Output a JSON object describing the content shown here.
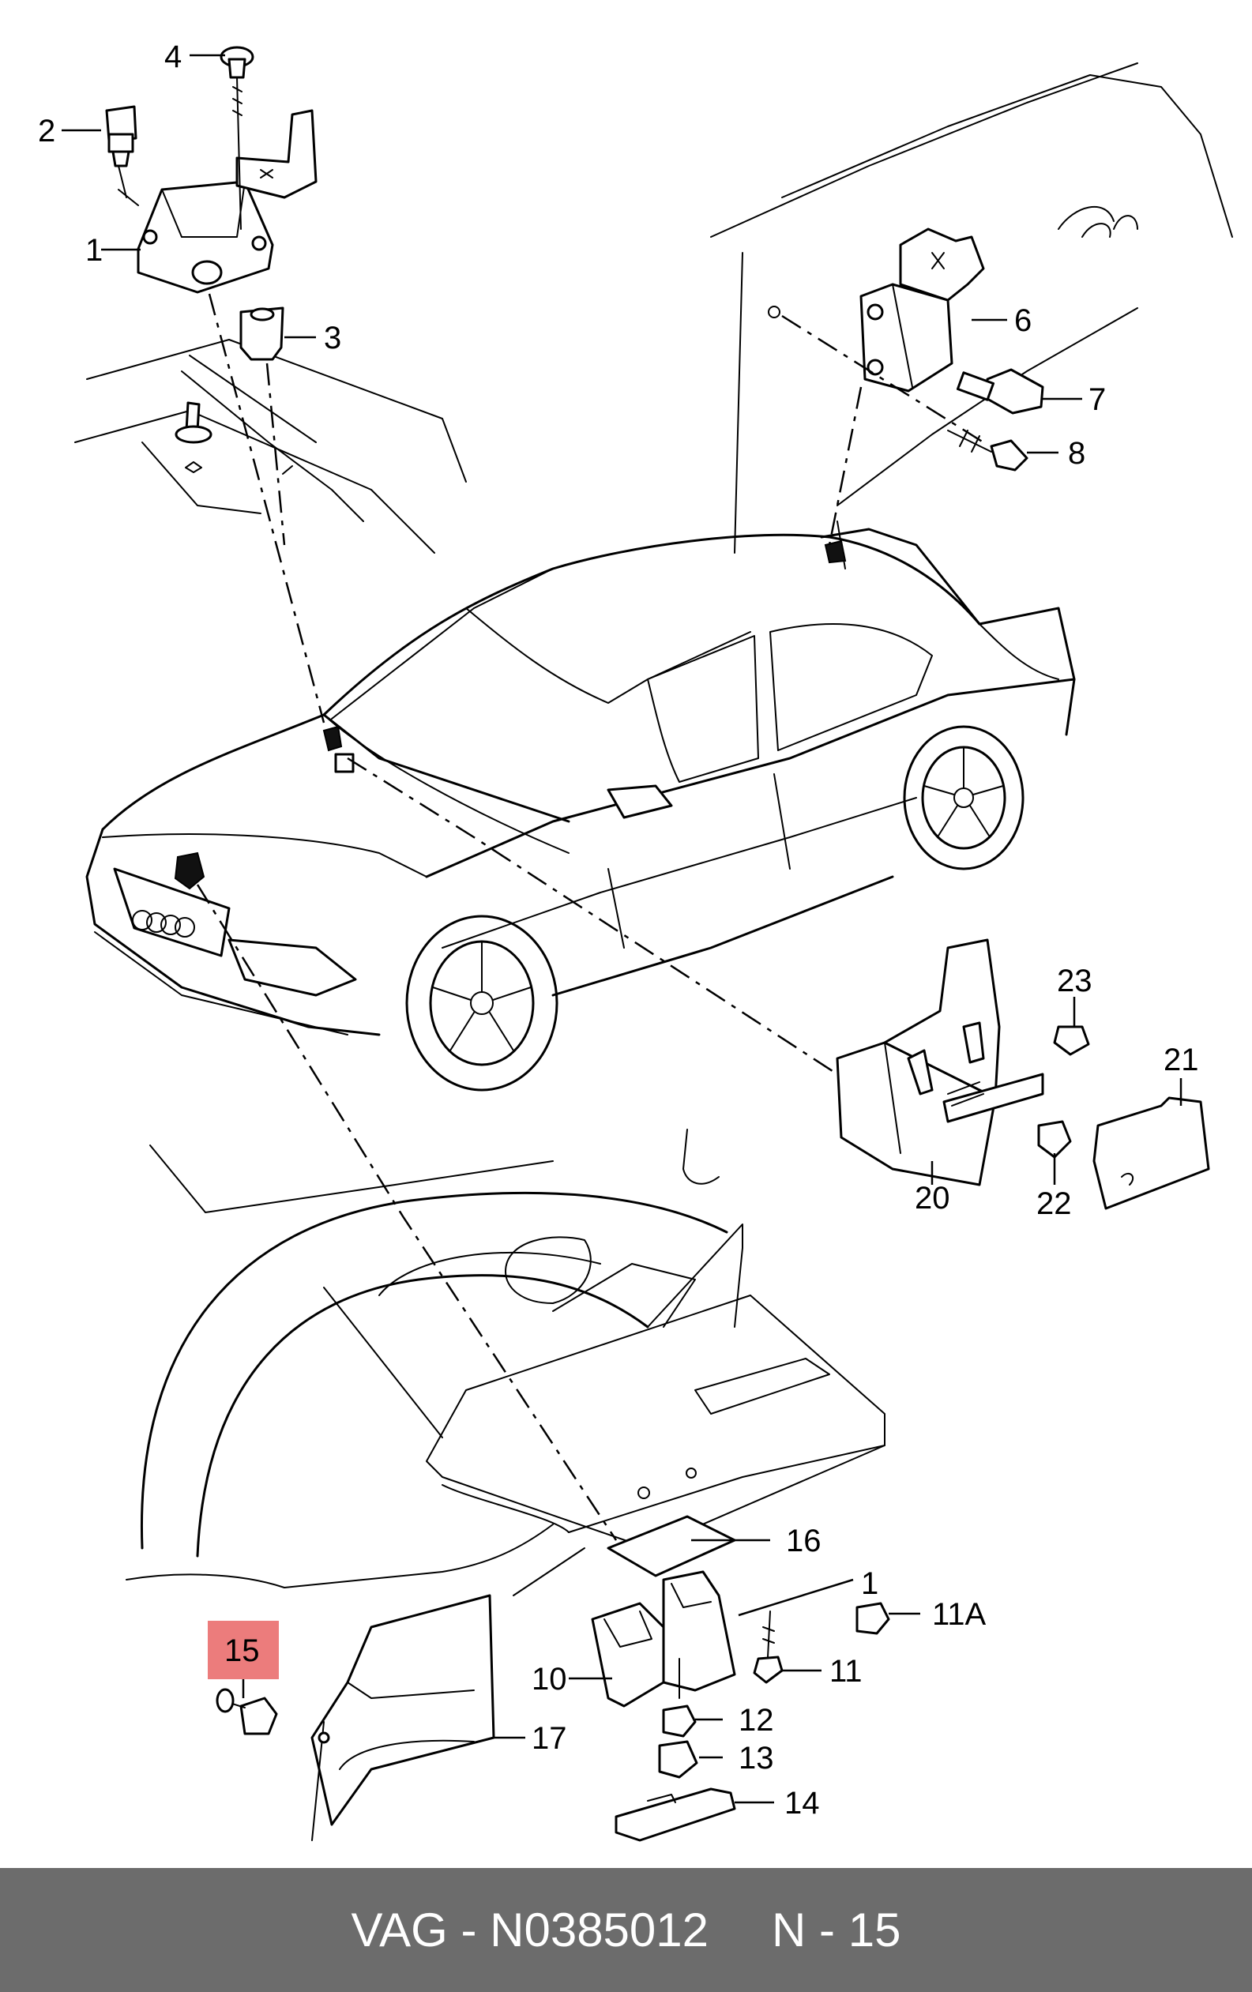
{
  "callouts": {
    "c1": "1",
    "c2": "2",
    "c3": "3",
    "c4": "4",
    "c6": "6",
    "c7": "7",
    "c8": "8",
    "c10": "10",
    "c11": "11",
    "c11a": "11A",
    "c11a_ref": "1",
    "c12": "12",
    "c13": "13",
    "c14": "14",
    "c15": "15",
    "c16": "16",
    "c17": "17",
    "c20": "20",
    "c21": "21",
    "c22": "22",
    "c23": "23"
  },
  "footer": {
    "part_label": "VAG - N0385012",
    "position_label": "N - 15"
  },
  "colors": {
    "highlight": "#ec7c7c",
    "footer_bg": "#6c6c6c",
    "footer_text": "#ffffff"
  }
}
